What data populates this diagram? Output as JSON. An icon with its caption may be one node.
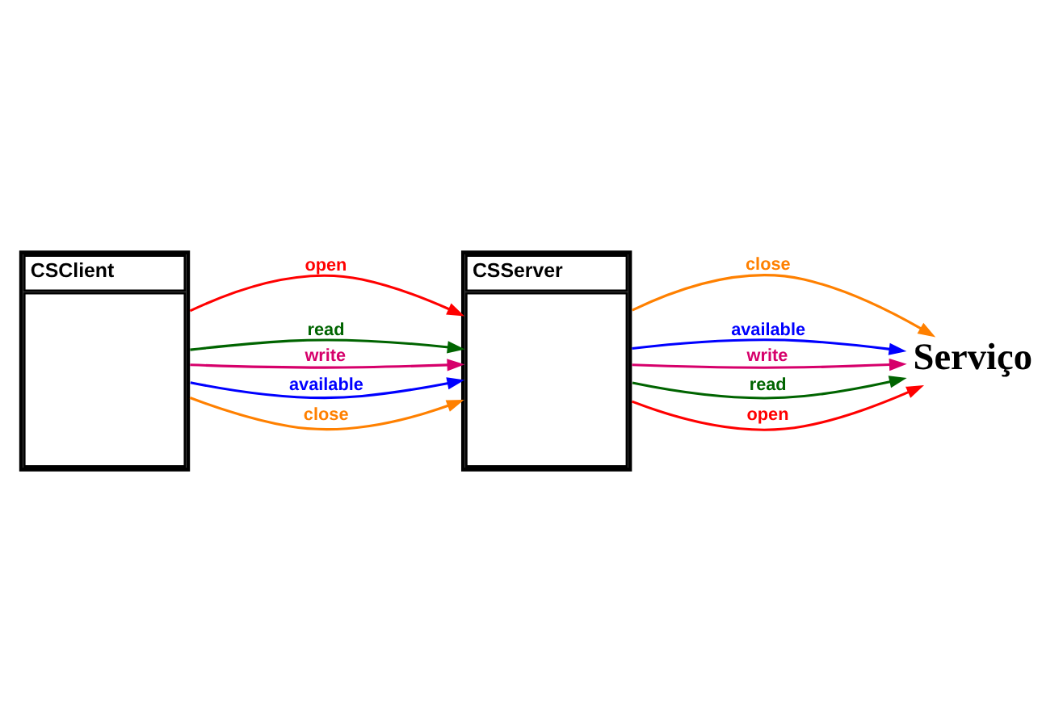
{
  "diagram": {
    "nodes": [
      {
        "text": [
          "CSClient"
        ]
      },
      {
        "text": [
          "CSServer"
        ]
      },
      {
        "text": [
          "Serviço"
        ]
      }
    ],
    "edges": [
      {
        "from": 0,
        "to": 1,
        "arrow": "to",
        "label": "open",
        "color": "#ff0000"
      },
      {
        "from": 0,
        "to": 1,
        "arrow": "to",
        "label": "read",
        "color": "#006400"
      },
      {
        "from": 0,
        "to": 1,
        "arrow": "to",
        "label": "write",
        "color": "#d6006b"
      },
      {
        "from": 0,
        "to": 1,
        "arrow": "to",
        "label": "available",
        "color": "#0000ff"
      },
      {
        "from": 0,
        "to": 1,
        "arrow": "to",
        "label": "close",
        "color": "#ff8000"
      },
      {
        "from": 1,
        "to": 2,
        "arrow": "to",
        "label": "close",
        "color": "#ff8000"
      },
      {
        "from": 1,
        "to": 2,
        "arrow": "to",
        "label": "available",
        "color": "#0000ff"
      },
      {
        "from": 1,
        "to": 2,
        "arrow": "to",
        "label": "write",
        "color": "#d6006b"
      },
      {
        "from": 1,
        "to": 2,
        "arrow": "to",
        "label": "read",
        "color": "#006400"
      },
      {
        "from": 1,
        "to": 2,
        "arrow": "to",
        "label": "open",
        "color": "#ff0000"
      }
    ]
  }
}
